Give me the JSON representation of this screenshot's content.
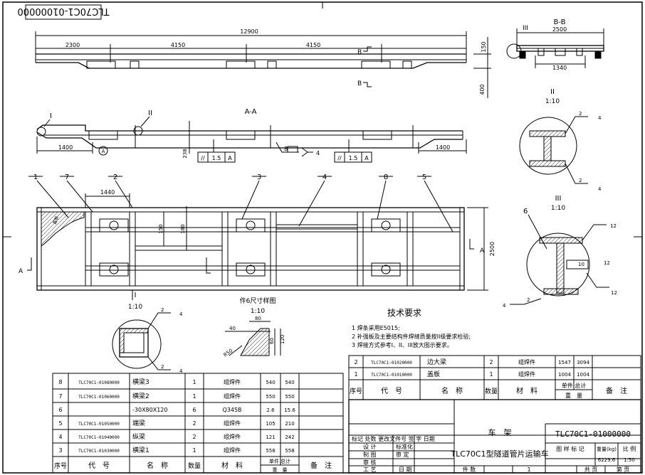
{
  "drawing_number_rotated": "TLC70C1-01000000",
  "views": {
    "side": {
      "overall": "12900",
      "segments": [
        "2300",
        "4150",
        "4150"
      ],
      "height": "150",
      "height2": "400",
      "section_mark": "B"
    },
    "section_bb": {
      "title": "B-B",
      "width_top": "2500",
      "width_bottom": "1340",
      "detail_ref": "III"
    },
    "section_aa": {
      "title": "A-A",
      "left_dim": "1400",
      "right_dim": "1400",
      "height": "238",
      "callouts": [
        "I",
        "II"
      ],
      "datum": "A",
      "tol1": "//",
      "tol1_val": "1.5",
      "tol1_ref": "A",
      "tol2": "//",
      "tol2_val": "1.5",
      "tol2_ref": "A",
      "weld_size": "8",
      "weld_num": "4"
    },
    "detail_ii": {
      "title": "II",
      "scale": "1:10",
      "weld_a": "2",
      "weld_b": "4"
    },
    "detail_iii": {
      "title": "III",
      "scale": "1:10",
      "weld_a": "12",
      "weld_b": "10",
      "part": "6",
      "weld_c": "4",
      "weld_d": "2"
    },
    "plan": {
      "dim_1440": "1440",
      "dim_2500": "2500",
      "inner_dims": [
        "150",
        "180"
      ],
      "section_mark": "A",
      "part_numbers": [
        "1",
        "7",
        "2",
        "3",
        "4",
        "8",
        "5"
      ],
      "hatch_label": "盖板"
    },
    "detail_i": {
      "title": "I",
      "scale": "1:10",
      "weld_a": "2",
      "weld_b": "4"
    },
    "part6": {
      "title": "件6尺寸样图",
      "scale": "1:10",
      "dims": [
        "40",
        "80",
        "60",
        "120",
        "R50"
      ]
    }
  },
  "tech_requirements": {
    "title": "技术要求",
    "items": [
      "1 焊条采用E5015;",
      "2 补强板及主要结构件焊缝质量按II级要求检验;",
      "3 焊接方式参考I、II、III放大图示要求。"
    ]
  },
  "bom_upper": {
    "rows": [
      {
        "no": "2",
        "code": "TLC70C1-01020000",
        "name": "边大梁",
        "qty": "2",
        "material": "组焊件",
        "unit": "1547",
        "total": "3094",
        "note": ""
      },
      {
        "no": "1",
        "code": "TLC70C1-01010000",
        "name": "盖板",
        "qty": "1",
        "material": "组焊件",
        "unit": "1004",
        "total": "1004",
        "note": ""
      }
    ],
    "header": {
      "no": "序号",
      "code": "代　号",
      "name": "名　称",
      "qty": "数量",
      "material": "材　料",
      "weight_top": "单件 总计",
      "weight_bottom": "重　量",
      "note": "备　注"
    }
  },
  "bom_lower": {
    "rows": [
      {
        "no": "8",
        "code": "TLC70C1-01080000",
        "name": "横梁3",
        "qty": "1",
        "material": "组焊件",
        "unit": "540",
        "total": "540",
        "note": ""
      },
      {
        "no": "7",
        "code": "TLC70C1-01060000",
        "name": "横梁2",
        "qty": "1",
        "material": "组焊件",
        "unit": "550",
        "total": "550",
        "note": ""
      },
      {
        "no": "6",
        "code": "",
        "name": "-30X80X120",
        "qty": "6",
        "material": "Q345B",
        "unit": "2.6",
        "total": "15.6",
        "note": ""
      },
      {
        "no": "5",
        "code": "TLC70C1-01050000",
        "name": "端梁",
        "qty": "2",
        "material": "组焊件",
        "unit": "105",
        "total": "210",
        "note": ""
      },
      {
        "no": "4",
        "code": "TLC70C1-01040000",
        "name": "纵梁",
        "qty": "2",
        "material": "组焊件",
        "unit": "121",
        "total": "242",
        "note": ""
      },
      {
        "no": "3",
        "code": "TLC70C1-01030000",
        "name": "横梁1",
        "qty": "1",
        "material": "组焊件",
        "unit": "558",
        "total": "558",
        "note": ""
      }
    ],
    "header": {
      "no": "序号",
      "code": "代　号",
      "name": "名　称",
      "qty": "数量",
      "material": "材　料",
      "weight_top": "单件 总计",
      "weight_bottom": "重　量",
      "note": "备　注"
    }
  },
  "title_block": {
    "revision_header": "标记 处数 更改文件号 签 字 日期",
    "designer": "设 计",
    "standardizer": "标准化",
    "drafter": "制 图",
    "reviewer": "审 定",
    "checker": "审 核",
    "process": "工 艺",
    "date": "日 期",
    "part_name": "车　架",
    "product_name": "TLC70C1型隧道管片运输车",
    "drawing_number": "TLC70C1-01000000",
    "label_mark": "图 样 标 记",
    "label_weight": "重量(kg)",
    "label_scale": "比 例",
    "weight": "6229.6",
    "scale": "1:50",
    "label_count": "件 数",
    "count": "1",
    "label_total_pages": "共 页",
    "label_page": "第 页"
  }
}
